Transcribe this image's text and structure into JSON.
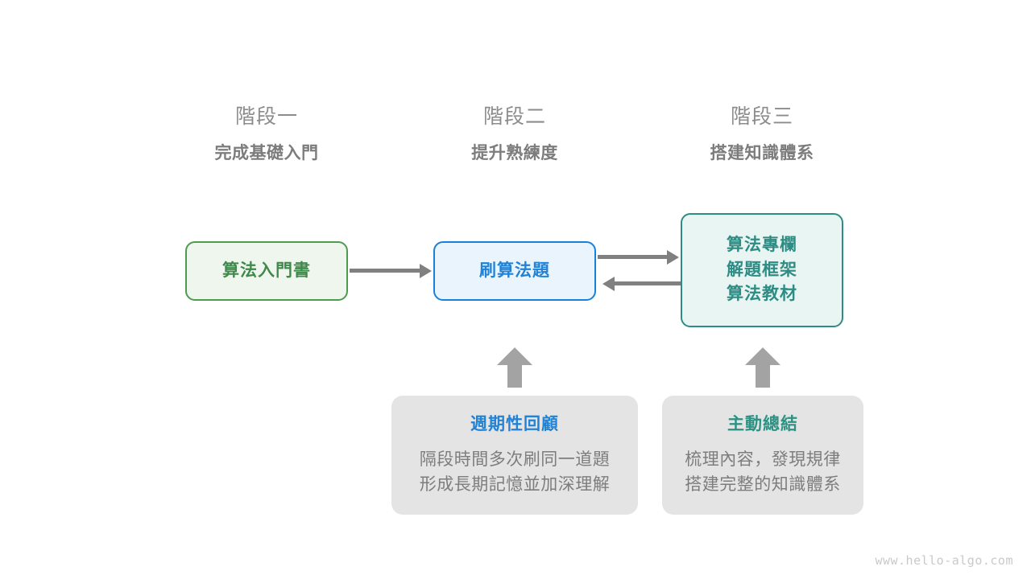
{
  "stages": [
    {
      "label": "階段一",
      "subtitle": "完成基礎入門"
    },
    {
      "label": "階段二",
      "subtitle": "提升熟練度"
    },
    {
      "label": "階段三",
      "subtitle": "搭建知識體系"
    }
  ],
  "nodes": {
    "intro_book": {
      "text": "算法入門書",
      "color": "#3f8a4a",
      "border": "#4d9b4f",
      "fill": "#eef6ee"
    },
    "practice": {
      "text": "刷算法題",
      "color": "#2182d6",
      "border": "#1a80d9",
      "fill": "#e9f4fd"
    },
    "resources": {
      "lines": [
        "算法專欄",
        "解題框架",
        "算法教材"
      ],
      "color": "#2d8c84",
      "border": "#2d8c84",
      "fill": "#e9f5f2"
    }
  },
  "notes": [
    {
      "title": "週期性回顧",
      "title_color": "#2182d6",
      "lines": [
        "隔段時間多次刷同一道題",
        "形成長期記憶並加深理解"
      ]
    },
    {
      "title": "主動總結",
      "title_color": "#2d9183",
      "lines": [
        "梳理內容，發現規律",
        "搭建完整的知識體系"
      ]
    }
  ],
  "watermark": "www.hello-algo.com",
  "arrow_color": "#808080",
  "block_arrow_color": "#a3a3a3"
}
